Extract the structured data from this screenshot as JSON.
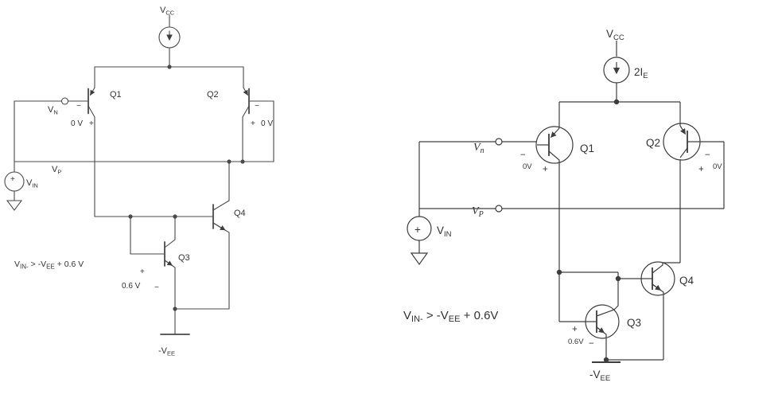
{
  "figure": {
    "background": "#ffffff",
    "left_stroke": "#4a4a4a",
    "right_stroke": "#3d3d3d"
  },
  "left": {
    "vcc": {
      "main": "V",
      "sub": "CC"
    },
    "q1": "Q1",
    "q2": "Q2",
    "q3": "Q3",
    "q4": "Q4",
    "vn": {
      "main": "V",
      "sub": "N"
    },
    "vp": {
      "main": "V",
      "sub": "P"
    },
    "vin": {
      "main": "V",
      "sub": "IN"
    },
    "vin_plus": "+",
    "q1_minus": "−",
    "q1_value": "0 V",
    "q1_plus": "+",
    "q2_minus": "−",
    "q2_plus": "+",
    "q2_value": "0 V",
    "q3_plus": "+",
    "q3_value": "0.6 V",
    "q3_minus": "−",
    "condition": {
      "p1": "V",
      "s1": "IN-",
      "p2": " > -V",
      "s2": "EE",
      "p3": " + 0.6 V"
    },
    "vee": {
      "main": "-V",
      "sub": "EE"
    }
  },
  "right": {
    "vcc": {
      "main": "V",
      "sub": "CC"
    },
    "tail_current": {
      "main": "2I",
      "sub": "E"
    },
    "q1": "Q1",
    "q2": "Q2",
    "q3": "Q3",
    "q4": "Q4",
    "vn": {
      "main": "V",
      "sub": "n"
    },
    "vp": {
      "main": "V",
      "sub": "P"
    },
    "vin": {
      "main": "V",
      "sub": "IN"
    },
    "vin_plus": "+",
    "q1_minus": "−",
    "q1_value": "0V",
    "q1_plus": "+",
    "q2_minus": "−",
    "q2_plus": "+",
    "q2_value": "0V",
    "q3_plus": "+",
    "q3_value": "0.6V",
    "q3_minus": "−",
    "condition": {
      "p1": "V",
      "s1": "IN-",
      "p2": " > -V",
      "s2": "EE",
      "p3": " + 0.6V"
    },
    "vee": {
      "main": "-V",
      "sub": "EE"
    }
  }
}
